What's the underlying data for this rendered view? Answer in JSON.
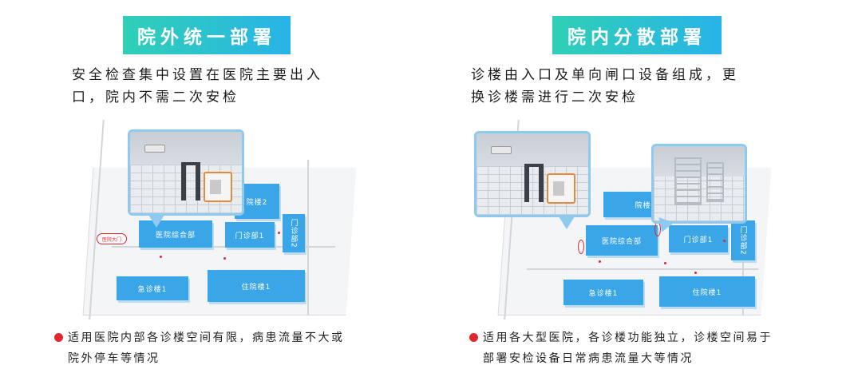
{
  "left": {
    "title": "院外统一部署",
    "desc_line1": "安全检查集中设置在医院主要出入",
    "desc_line2": "口，院内不需二次安检",
    "entrance_tag": "医院大门",
    "buildings": {
      "general": "医院综合部",
      "ward2": "院楼2",
      "outpatient1": "门诊部1",
      "outpatient2": "门诊部2",
      "emergency1": "急诊楼1",
      "inpatient1": "住院楼1"
    },
    "footnote_line1": "适用医院内部各诊楼空间有限，病患流量不大或",
    "footnote_line2": "院外停车等情况"
  },
  "right": {
    "title": "院内分散部署",
    "desc_line1": "诊楼由入口及单向闸口设备组成，更",
    "desc_line2": "换诊楼需进行二次安检",
    "buildings": {
      "general": "医院综合部",
      "ward2": "院楼2",
      "outpatient1": "门诊部1",
      "outpatient2": "门诊部2",
      "emergency1": "急诊楼1",
      "inpatient1": "住院楼1"
    },
    "footnote_line1": "适用各大型医院，各诊楼功能独立，诊楼空间易于",
    "footnote_line2": "部署安检设备日常病患流量大等情况"
  },
  "colors": {
    "badge_start": "#2fd0b6",
    "badge_end": "#29b3e8",
    "building": "#3aa6e8",
    "marker": "#e0262e"
  },
  "icons": [
    "security-gate-icon",
    "xray-scanner-icon",
    "camera-icon",
    "turnstile-icon",
    "bullet-dot-icon"
  ]
}
